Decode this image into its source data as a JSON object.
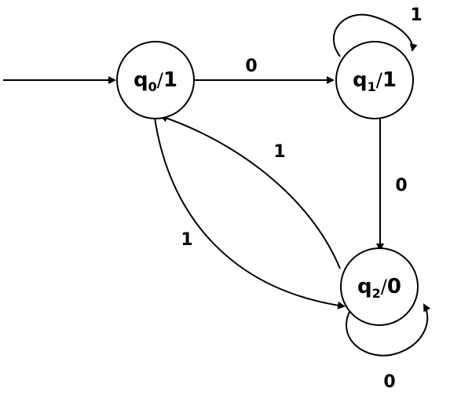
{
  "states": [
    {
      "id": "q0",
      "name": "q",
      "index": "0",
      "output": "1",
      "initial": true
    },
    {
      "id": "q1",
      "name": "q",
      "index": "1",
      "output": "1"
    },
    {
      "id": "q2",
      "name": "q",
      "index": "2",
      "output": "0"
    }
  ],
  "transitions": [
    {
      "from": "q0",
      "to": "q1",
      "label": "0"
    },
    {
      "from": "q1",
      "to": "q1",
      "label": "1"
    },
    {
      "from": "q1",
      "to": "q2",
      "label": "0"
    },
    {
      "from": "q2",
      "to": "q0",
      "label": "1"
    },
    {
      "from": "q0",
      "to": "q2",
      "label": "1"
    },
    {
      "from": "q2",
      "to": "q2",
      "label": "0"
    }
  ]
}
